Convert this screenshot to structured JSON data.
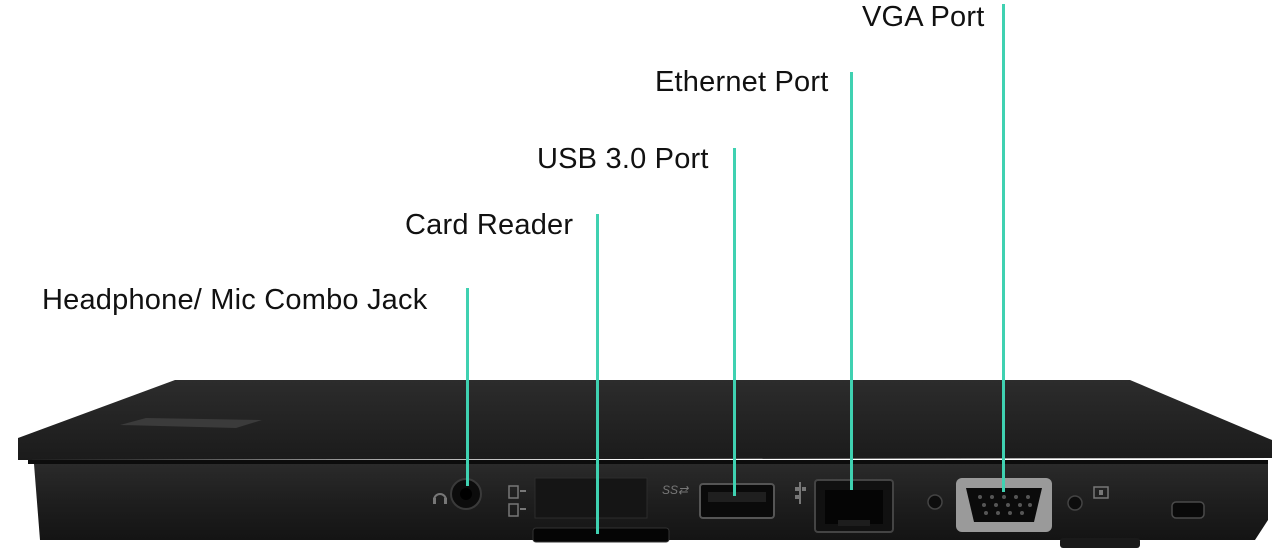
{
  "colors": {
    "leader": "#3fd1b1",
    "body_dark": "#1a1a1a",
    "body_mid": "#262626",
    "port_metal": "#8a8a8a"
  },
  "callouts": [
    {
      "id": "vga",
      "label": "VGA Port"
    },
    {
      "id": "ethernet",
      "label": "Ethernet Port"
    },
    {
      "id": "usb",
      "label": "USB 3.0 Port"
    },
    {
      "id": "card",
      "label": "Card Reader"
    },
    {
      "id": "audio",
      "label": "Headphone/ Mic Combo Jack"
    }
  ],
  "port_marks": {
    "usb_logo": "SS⇄"
  },
  "icons": {
    "audio": "headphone-icon",
    "card": "card-reader-icon",
    "usb": "usb-ss-icon",
    "ethernet": "ethernet-icon",
    "display": "display-icon",
    "lock": "security-lock-slot"
  }
}
